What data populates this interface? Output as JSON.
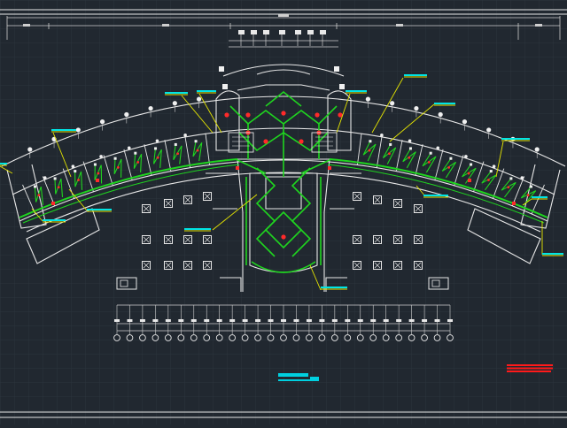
{
  "drawing": {
    "title": "",
    "subtitle": "",
    "colors": {
      "background": "#212830",
      "grid": "#2c343d",
      "outline": "#e8e8e8",
      "pipe": "#1fd51f",
      "leader": "#e6e600",
      "label": "#00e5e5",
      "fixture": "#ff2a2a",
      "title_block": "#ff1a1a"
    },
    "title_block_lines": 3,
    "bays_per_wing": 9,
    "column_grid_count": 27,
    "room_squares": 24,
    "notes": 12
  }
}
